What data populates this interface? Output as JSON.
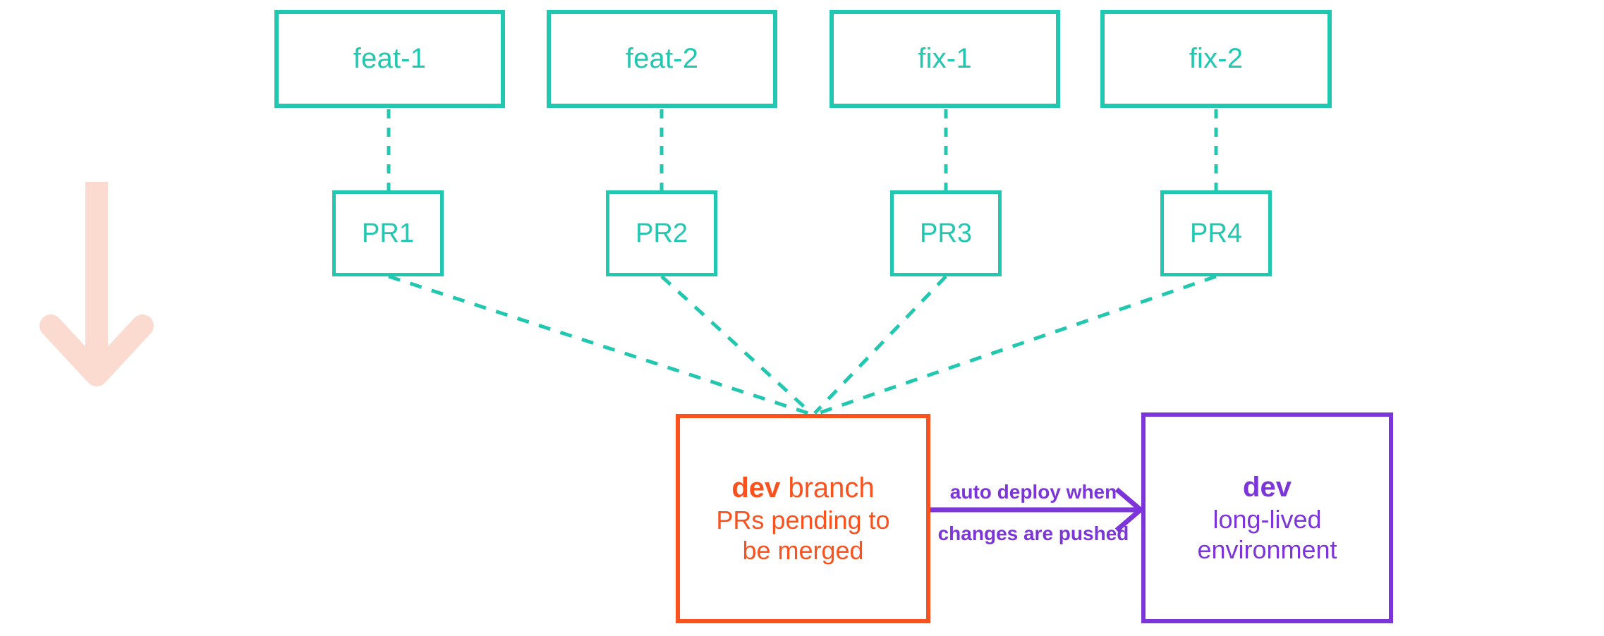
{
  "diagram": {
    "title": "dev branch PR flow",
    "colors": {
      "teal": "#22c7b0",
      "orange": "#f9521e",
      "purple": "#7c35d8",
      "pink_arrow": "#fbdbd0",
      "background": "#ffffff"
    }
  },
  "branches": [
    {
      "id": "feat-1",
      "label": "feat-1"
    },
    {
      "id": "feat-2",
      "label": "feat-2"
    },
    {
      "id": "fix-1",
      "label": "fix-1"
    },
    {
      "id": "fix-2",
      "label": "fix-2"
    }
  ],
  "pull_requests": [
    {
      "id": "pr1",
      "label": "PR1"
    },
    {
      "id": "pr2",
      "label": "PR2"
    },
    {
      "id": "pr3",
      "label": "PR3"
    },
    {
      "id": "pr4",
      "label": "PR4"
    }
  ],
  "dev_branch": {
    "title_bold": "dev",
    "title_rest": " branch",
    "line2": "PRs pending to",
    "line3": "be merged"
  },
  "dev_environment": {
    "title_bold": "dev",
    "line2": "long-lived",
    "line3": "environment"
  },
  "deploy_edge": {
    "label_top": "auto deploy when",
    "label_bottom": "changes are pushed"
  },
  "flow_arrow": {
    "name": "downward-flow-arrow",
    "direction": "down"
  }
}
